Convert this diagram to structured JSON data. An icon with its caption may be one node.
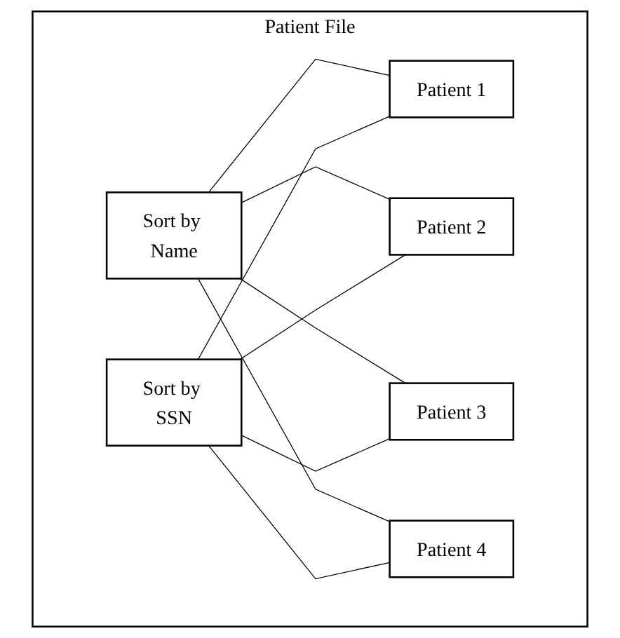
{
  "diagram": {
    "nodes": [
      {
        "text": [
          "Patient File"
        ]
      },
      {
        "text": [
          "Sort by Name"
        ],
        "in": 0
      },
      {
        "text": [
          "Sort by SSN"
        ],
        "in": 0
      },
      {
        "text": [
          "Patient 1"
        ],
        "in": 0
      },
      {
        "text": [
          "Patient 2"
        ],
        "in": 0
      },
      {
        "text": [
          "Patient 3"
        ],
        "in": 0
      },
      {
        "text": [
          "Patient 4"
        ],
        "in": 0
      }
    ],
    "edges": [
      {
        "from": 1,
        "to": 3,
        "arrow": "none"
      },
      {
        "from": 1,
        "to": 4,
        "arrow": "none"
      },
      {
        "from": 1,
        "to": 5,
        "arrow": "none"
      },
      {
        "from": 1,
        "to": 6,
        "arrow": "none"
      },
      {
        "from": 2,
        "to": 3,
        "arrow": "none"
      },
      {
        "from": 2,
        "to": 4,
        "arrow": "none"
      },
      {
        "from": 2,
        "to": 5,
        "arrow": "none"
      },
      {
        "from": 2,
        "to": 6,
        "arrow": "none"
      }
    ]
  }
}
